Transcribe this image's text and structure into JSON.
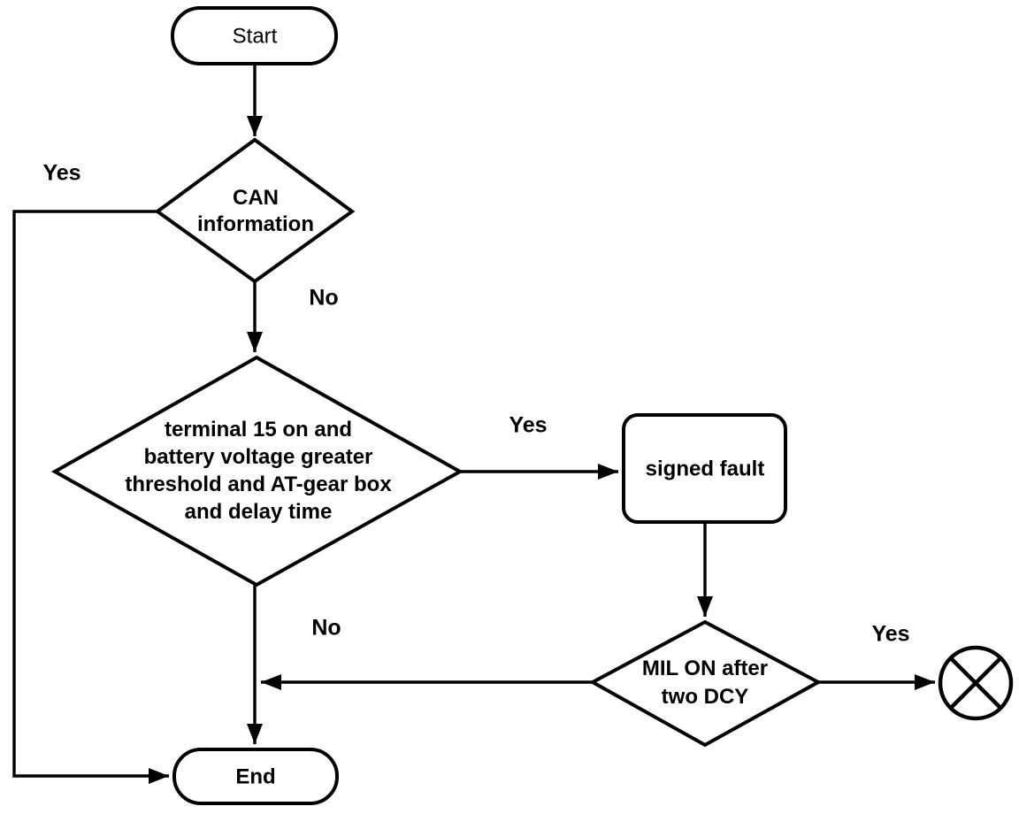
{
  "diagram": {
    "type": "flowchart",
    "colors": {
      "stroke": "#000000",
      "shape_fill": "#ffffff",
      "background": "#ffffff"
    },
    "nodes": {
      "start": {
        "label": "Start",
        "shape": "rounded-rectangle"
      },
      "can_decision": {
        "shape": "diamond",
        "lines": [
          "CAN",
          "information"
        ]
      },
      "condition_decision": {
        "shape": "diamond",
        "lines": [
          "terminal 15 on and",
          "battery voltage greater",
          "threshold and AT-gear box",
          "and delay time"
        ]
      },
      "signed_fault": {
        "label": "signed fault",
        "shape": "rounded-rectangle"
      },
      "mil_decision": {
        "shape": "diamond",
        "lines": [
          "MIL ON after",
          "two DCY"
        ]
      },
      "end": {
        "label": "End",
        "shape": "rounded-rectangle"
      },
      "terminator": {
        "shape": "circle-x",
        "icon": "circle-x-end-state-icon"
      }
    },
    "edge_labels": {
      "can_yes": "Yes",
      "can_no": "No",
      "condition_yes": "Yes",
      "condition_no": "No",
      "mil_yes": "Yes"
    }
  }
}
